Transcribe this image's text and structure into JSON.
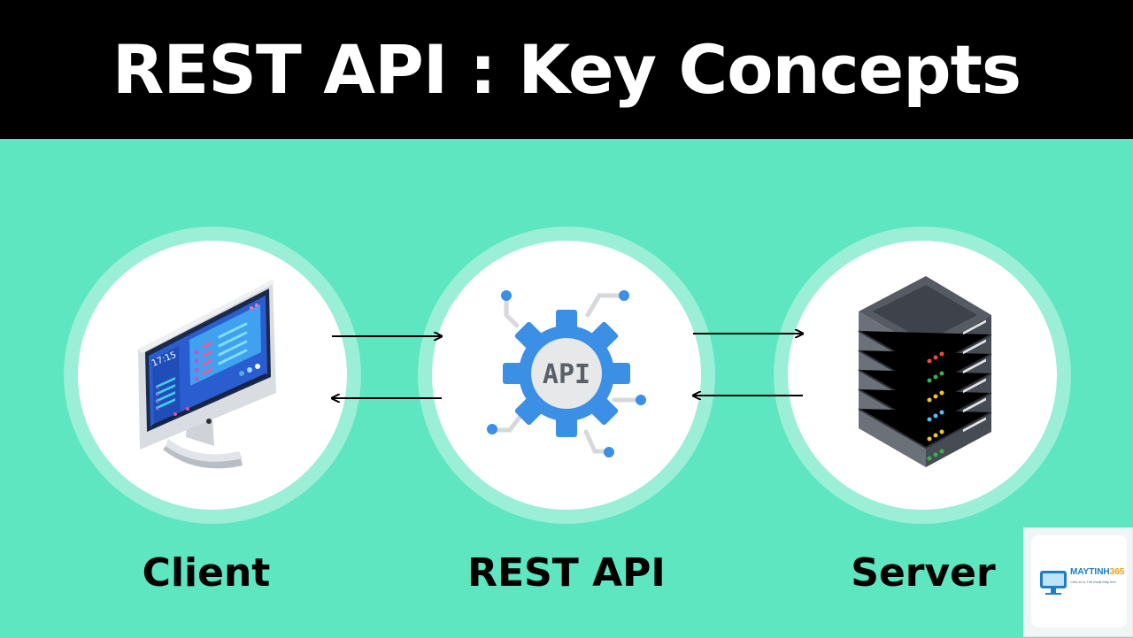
{
  "title": "REST API : Key Concepts",
  "nodes": {
    "client": {
      "label": "Client",
      "clock": "17:15"
    },
    "api": {
      "label": "REST API",
      "badge": "API"
    },
    "server": {
      "label": "Server"
    }
  },
  "brand": {
    "name": "MAYTINH",
    "name_num": "365",
    "tagline": "Chia sẻ & Thủ thuật Máy tính"
  },
  "colors": {
    "background": "#5de6bf",
    "header": "#000000",
    "ring": "#9aefd6",
    "api_blue": "#3b8fe4"
  }
}
